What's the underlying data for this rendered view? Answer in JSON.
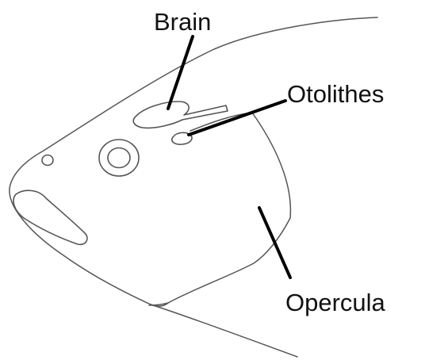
{
  "labels": {
    "brain": "Brain",
    "otolithes": "Otolithes",
    "opercula": "Opercula"
  },
  "colors": {
    "background": "#ffffff",
    "outline": "#555555",
    "leader": "#000000",
    "text": "#111111"
  }
}
